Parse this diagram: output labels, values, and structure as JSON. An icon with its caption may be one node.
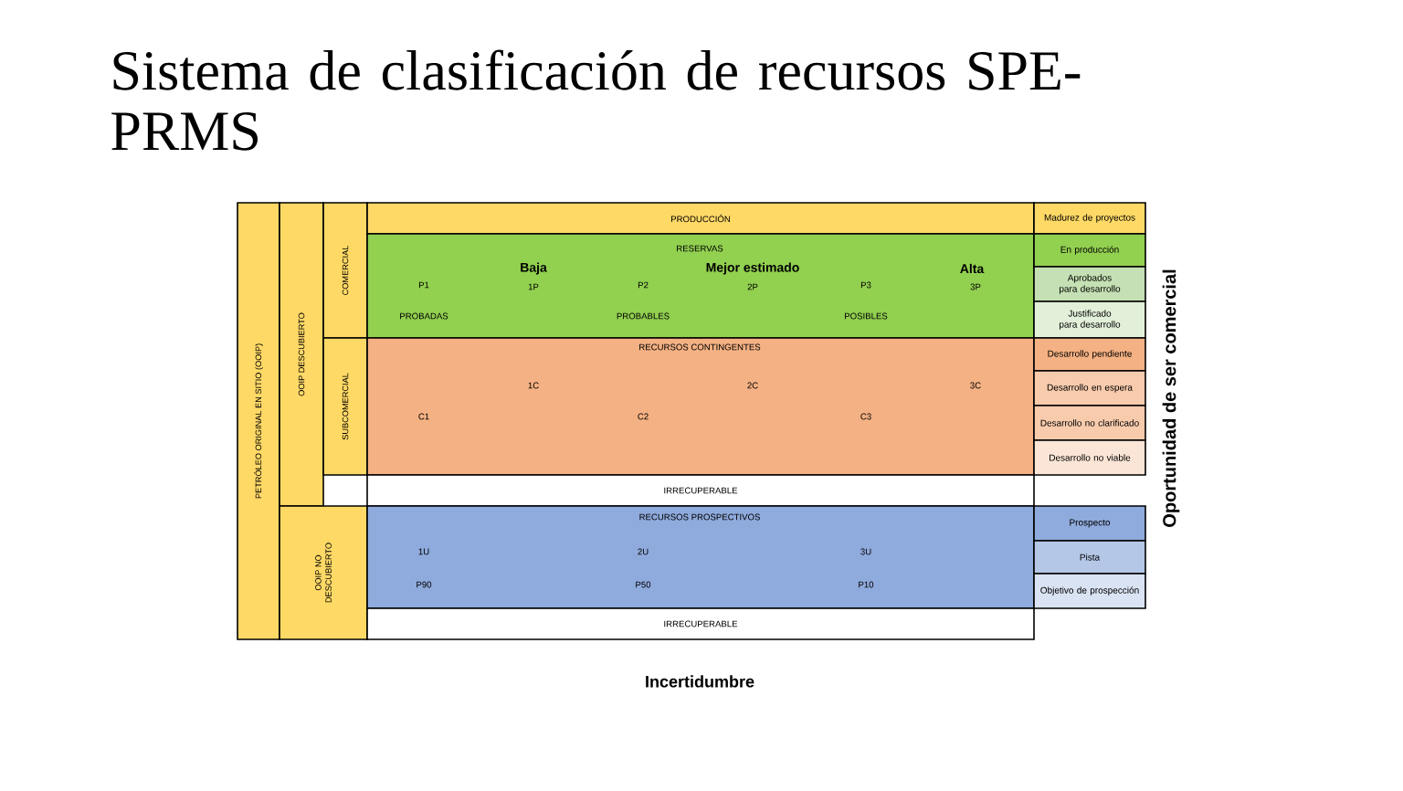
{
  "diagram": {
    "title": "Sistema de clasificación de recursos SPE-PRMS",
    "nodes": [
      {
        "text": [
          "PETRÓLEO ORIGINAL EN SITIO (OOIP)"
        ]
      },
      {
        "text": [
          "OOIP DESCUBIERTO"
        ]
      },
      {
        "text": [
          "COMERCIAL"
        ]
      },
      {
        "text": [
          "SUBCOMERCIAL"
        ]
      },
      {
        "text": [
          "OOIP NO DESCUBIERTO"
        ]
      },
      {
        "text": [
          "PRODUCCIÓN"
        ]
      },
      {
        "text": [
          "RESERVAS",
          "P1",
          "1P",
          "P2",
          "2P",
          "P3",
          "3P",
          "PROBADAS",
          "PROBABLES",
          "POSIBLES"
        ]
      },
      {
        "text": [
          "RECURSOS CONTINGENTES",
          "1C",
          "2C",
          "3C",
          "C1",
          "C2",
          "C3"
        ]
      },
      {
        "text": [
          "IRRECUPERABLE"
        ]
      },
      {
        "text": [
          "RECURSOS PROSPECTIVOS",
          "1U",
          "2U",
          "3U",
          "P90",
          "P50",
          "P10"
        ]
      },
      {
        "text": [
          "IRRECUPERABLE"
        ]
      },
      {
        "text": [
          "Madurez de proyectos"
        ]
      },
      {
        "text": [
          "En producción"
        ]
      },
      {
        "text": [
          "Aprobados para desarrollo"
        ]
      },
      {
        "text": [
          "Justificado para desarrollo"
        ]
      },
      {
        "text": [
          "Desarrollo pendiente"
        ]
      },
      {
        "text": [
          "Desarrollo en espera"
        ]
      },
      {
        "text": [
          "Desarrollo no clarificado"
        ]
      },
      {
        "text": [
          "Desarrollo no viable"
        ]
      },
      {
        "text": [
          "Prospecto"
        ]
      },
      {
        "text": [
          "Pista"
        ]
      },
      {
        "text": [
          "Objetivo de prospección"
        ]
      }
    ],
    "labels": [
      "Baja",
      "Mejor estimado",
      "Alta",
      "Oportunidad de ser comercial",
      "Incertidumbre"
    ]
  }
}
